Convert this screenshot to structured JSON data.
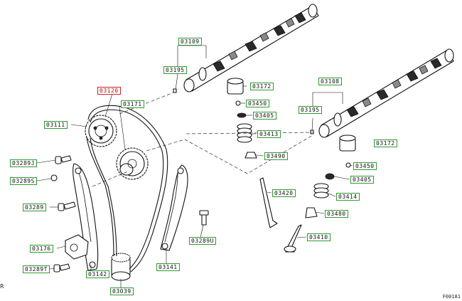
{
  "diagram": {
    "figure_id": "F00181",
    "corner_mark": "R",
    "selected_part": "03120",
    "callouts": {
      "c03109": "03109",
      "c03195a": "03195",
      "c03120": "03120",
      "c03171": "03171",
      "c03111": "03111",
      "c03172a": "03172",
      "c03450a": "03450",
      "c03405a": "03405",
      "c03413": "03413",
      "c03490": "03490",
      "c03108": "03108",
      "c03195b": "03195",
      "c03172b": "03172",
      "c03450b": "03450",
      "c03405b": "03405",
      "c03414": "03414",
      "c03420": "03420",
      "c03480": "03480",
      "c03410": "03410",
      "c03289j": "03289J",
      "c03289s": "03289S",
      "c03289": "03289",
      "c03176": "03176",
      "c03289t": "03289T",
      "c03142": "03142",
      "c03039": "03039",
      "c03141": "03141",
      "c03289u": "03289U"
    }
  }
}
